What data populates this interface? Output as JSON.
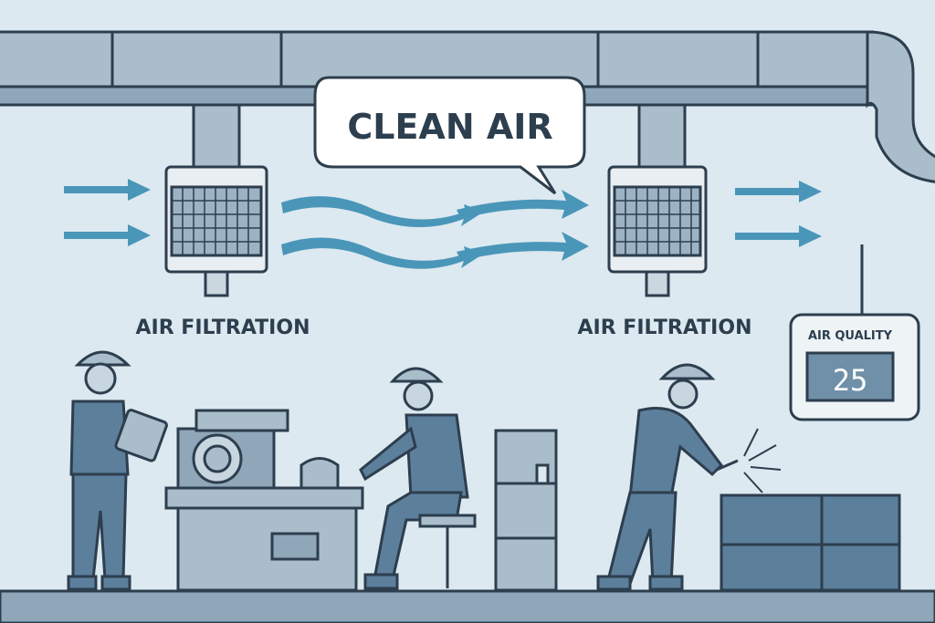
{
  "speech_bubble": {
    "text": "CLEAN AIR"
  },
  "labels": {
    "filtration_left": "AIR FILTRATION",
    "filtration_right": "AIR FILTRATION"
  },
  "air_quality_monitor": {
    "title": "AIR QUALITY",
    "value": "25"
  },
  "colors": {
    "background": "#dce9f0",
    "duct": "#a9bdcb",
    "outline": "#2d3e4e",
    "airflow": "#4a96b9",
    "worker": "#5c7f9c"
  }
}
